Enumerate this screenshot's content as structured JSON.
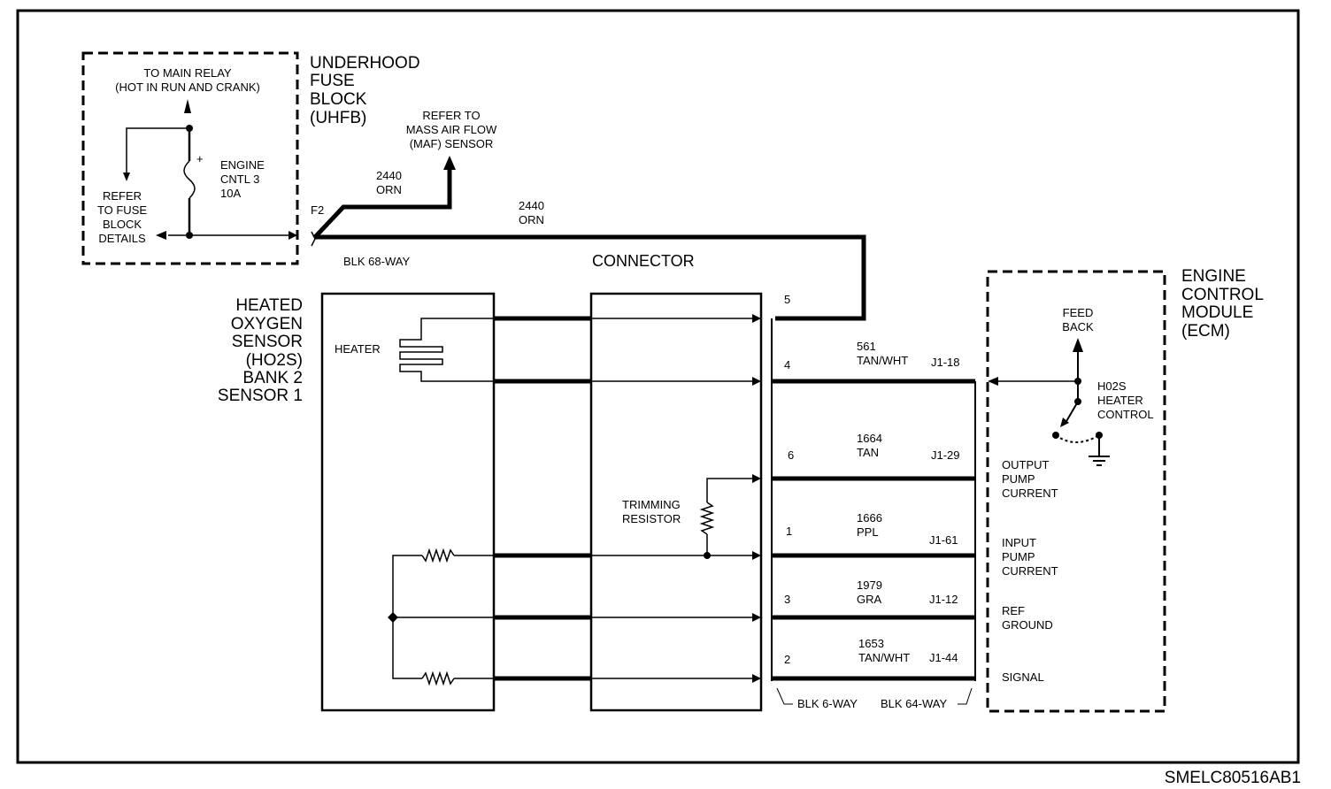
{
  "uhfb": {
    "title": [
      "UNDERHOOD",
      "FUSE",
      "BLOCK",
      "(UHFB)"
    ],
    "to_main_relay": [
      "TO MAIN RELAY",
      "(HOT IN RUN AND CRANK)"
    ],
    "refer_fuse_block": [
      "REFER",
      "TO FUSE",
      "BLOCK",
      "DETAILS"
    ],
    "fuse_label": [
      "ENGINE",
      "CNTL 3",
      "10A"
    ],
    "fuse_terminal": "F2",
    "connector": "BLK 68-WAY"
  },
  "maf": {
    "refer": [
      "REFER TO",
      "MASS AIR FLOW",
      "(MAF) SENSOR"
    ],
    "wire_circuit": "2440",
    "wire_color": "ORN"
  },
  "main_wire": {
    "circuit": "2440",
    "color": "ORN"
  },
  "connector_title": "CONNECTOR",
  "sensor": {
    "title": [
      "HEATED",
      "OXYGEN",
      "SENSOR",
      "(HO2S)",
      "BANK 2",
      "SENSOR 1"
    ],
    "heater_label": "HEATER"
  },
  "trimming_resistor": [
    "TRIMMING",
    "RESISTOR"
  ],
  "ecm": {
    "title": [
      "ENGINE",
      "CONTROL",
      "MODULE",
      "(ECM)"
    ],
    "feedback": [
      "FEED",
      "BACK"
    ],
    "heater_control": [
      "H02S",
      "HEATER",
      "CONTROL"
    ],
    "functions": {
      "output_pump": [
        "OUTPUT",
        "PUMP",
        "CURRENT"
      ],
      "input_pump": [
        "INPUT",
        "PUMP",
        "CURRENT"
      ],
      "ref_ground": [
        "REF",
        "GROUND"
      ],
      "signal": "SIGNAL"
    }
  },
  "pins": [
    {
      "pin": "5"
    },
    {
      "pin": "4",
      "circuit": "561",
      "color": "TAN/WHT",
      "ecm_pin": "J1-18"
    },
    {
      "pin": "6",
      "circuit": "1664",
      "color": "TAN",
      "ecm_pin": "J1-29"
    },
    {
      "pin": "1",
      "circuit": "1666",
      "color": "PPL",
      "ecm_pin": "J1-61"
    },
    {
      "pin": "3",
      "circuit": "1979",
      "color": "GRA",
      "ecm_pin": "J1-12"
    },
    {
      "pin": "2",
      "circuit": "1653",
      "color": "TAN/WHT",
      "ecm_pin": "J1-44"
    }
  ],
  "connectors_bottom": {
    "six_way": "BLK 6-WAY",
    "sixty_four_way": "BLK 64-WAY"
  },
  "figure_id": "SMELC80516AB1"
}
